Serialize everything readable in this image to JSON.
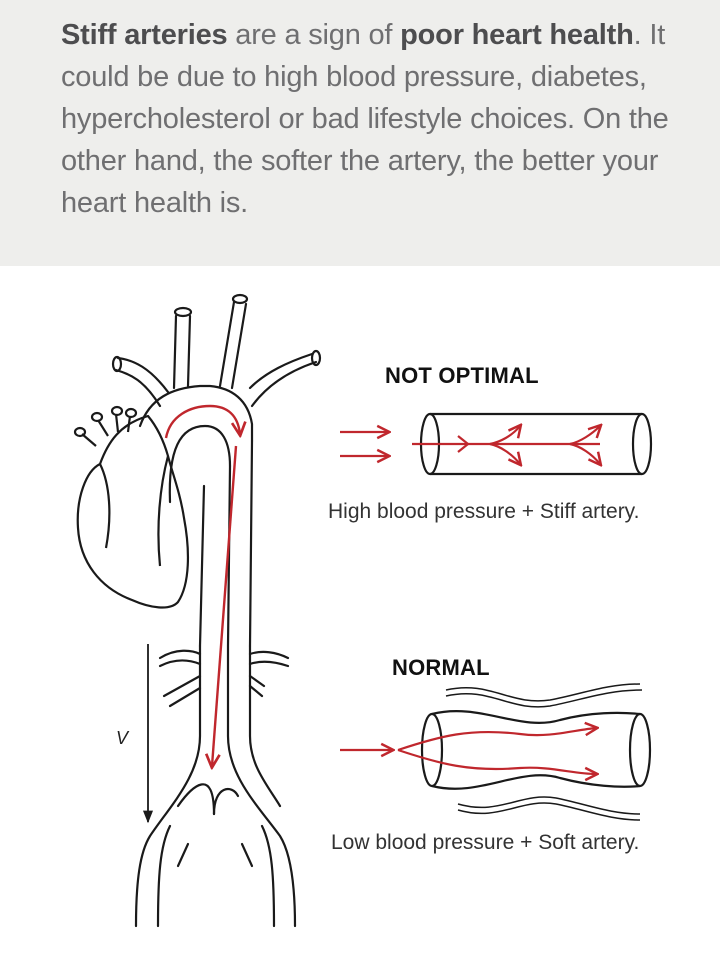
{
  "intro": {
    "highlight_1": "Stiff arteries",
    "text_1": " are a sign of ",
    "highlight_2": "poor heart health",
    "text_2": ". It could be due to high blood pressure, diabetes, hypercholesterol or bad lifestyle choices. On the other hand, the softer the artery, the better your heart health is."
  },
  "diagram": {
    "velocity_label": "V",
    "not_optimal": {
      "title": "NOT OPTIMAL",
      "caption": "High blood pressure + Stiff artery."
    },
    "normal": {
      "title": "NORMAL",
      "caption": "Low blood pressure + Soft artery."
    }
  },
  "colors": {
    "background_intro": "#eeeeec",
    "text_intro": "#6f6f71",
    "text_intro_bold": "#4d4d4f",
    "line": "#1a1a1a",
    "flow_red": "#c0272d"
  }
}
